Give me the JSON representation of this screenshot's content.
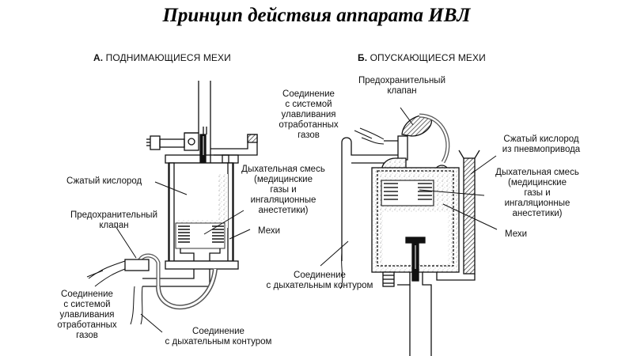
{
  "title": "Принцип действия аппарата ИВЛ",
  "panels": [
    {
      "letter": "А.",
      "heading": "ПОДНИМАЮЩИЕСЯ МЕХИ",
      "labels": {
        "compressed_oxygen": "Сжатый кислород",
        "breathing_mix": [
          "Дыхательная смесь",
          "(медицинские",
          "газы и",
          "ингаляционные",
          "анестетики)"
        ],
        "bellows": "Мехи",
        "relief_valve": [
          "Предохранительный",
          "клапан"
        ],
        "scavenging": [
          "Соединение",
          "с системой",
          "улавливания",
          "отработанных",
          "газов"
        ],
        "breathing_circuit": [
          "Соединение",
          "с дыхательным контуром"
        ]
      }
    },
    {
      "letter": "Б.",
      "heading": "ОПУСКАЮЩИЕСЯ МЕХИ",
      "labels": {
        "relief_valve": [
          "Предохранительный",
          "клапан"
        ],
        "scavenging": [
          "Соединение",
          "с системой",
          "улавливания",
          "отработанных",
          "газов"
        ],
        "compressed_oxygen": [
          "Сжатый кислород",
          "из пневмопривода"
        ],
        "breathing_mix": [
          "Дыхательная смесь",
          "(медицинские",
          "газы и",
          "ингаляционные",
          "анестетики)"
        ],
        "bellows": "Мехи",
        "breathing_circuit": [
          "Соединение",
          "с дыхательным контуром"
        ]
      }
    }
  ]
}
